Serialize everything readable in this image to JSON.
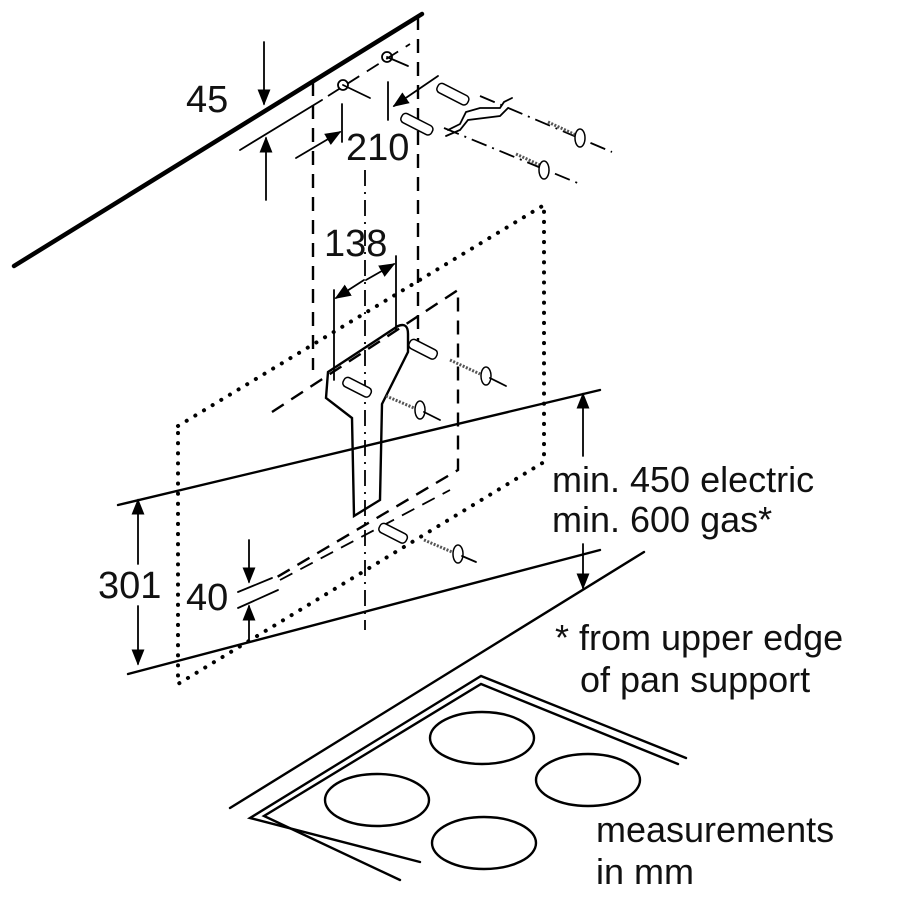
{
  "title": "Wall-mounted cooker hood installation dimensions",
  "dimensions": {
    "ceiling_gap": "45",
    "bracket_spacing_top": "210",
    "bracket_spacing_middle": "138",
    "hood_height": "301",
    "lower_offset": "40"
  },
  "clearance": {
    "line1": "min. 450 electric",
    "line2": "min. 600 gas*"
  },
  "footnote": {
    "line1": "* from upper edge",
    "line2": "of pan support"
  },
  "units_note": {
    "line1": "measurements",
    "line2": "in mm"
  },
  "icons": [
    "ceiling-edge",
    "wall-plug",
    "screw",
    "mounting-bracket",
    "hob-burner"
  ],
  "hob": {
    "burner_count": 4
  }
}
